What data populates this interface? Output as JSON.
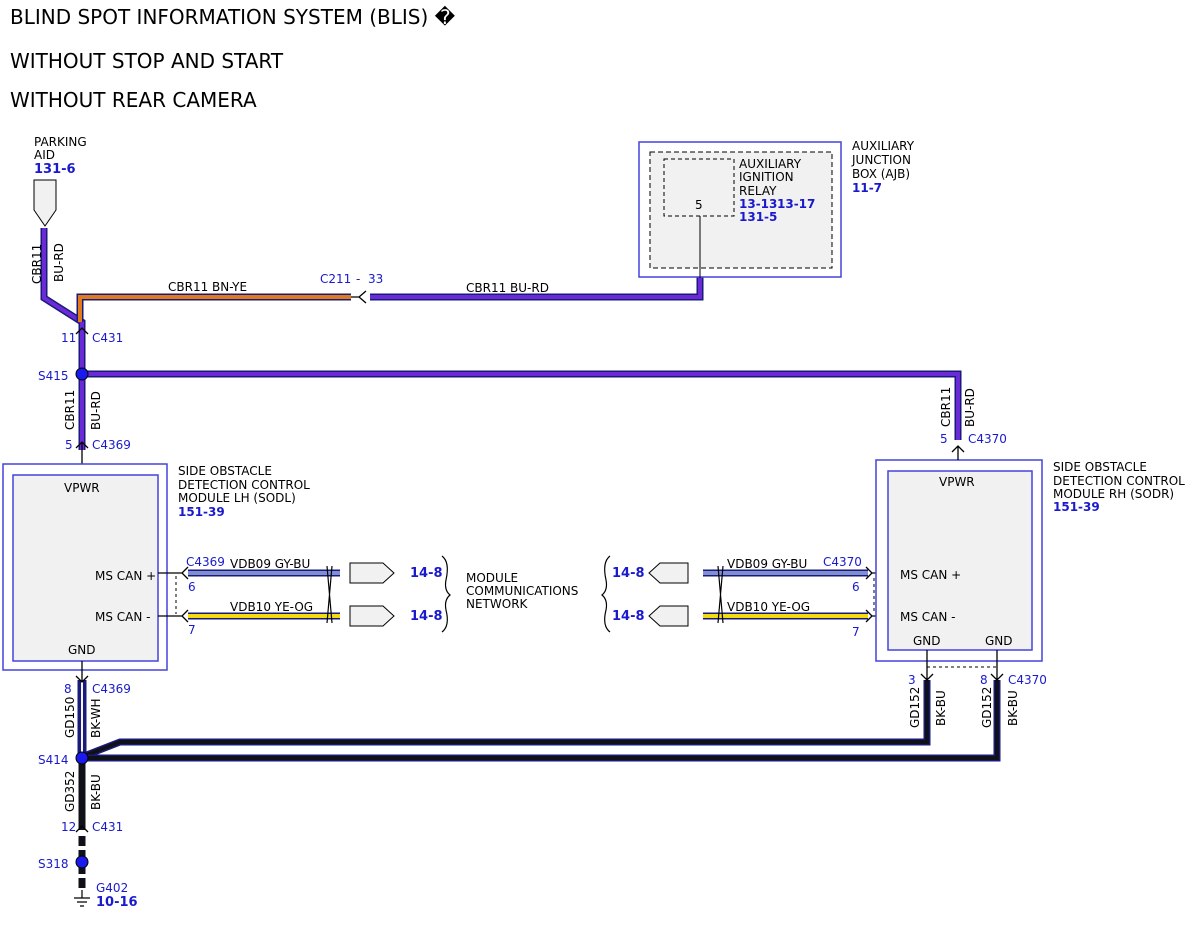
{
  "titles": [
    "BLIND SPOT INFORMATION SYSTEM (BLIS) �",
    "WITHOUT STOP AND START",
    "WITHOUT REAR CAMERA"
  ],
  "parking_aid": {
    "label1": "PARKING",
    "label2": "AID",
    "ref": "131-6"
  },
  "ajb": {
    "label1": "AUXILIARY",
    "label2": "JUNCTION",
    "label3": "BOX (AJB)",
    "ref": "11-7",
    "relay_label1": "AUXILIARY",
    "relay_label2": "IGNITION",
    "relay_label3": "RELAY",
    "relay_pin": "5",
    "relay_ref1": "13-13",
    "relay_ref2": "13-17",
    "relay_ref3": "131-5"
  },
  "wires": {
    "cbr11": "CBR11",
    "bu_rd": "BU-RD",
    "bn_ye": "BN-YE",
    "cbr11_bn_ye": "CBR11  BN-YE",
    "cbr11_bu_rd": "CBR11  BU-RD",
    "vdb09": "VDB09  GY-BU",
    "vdb10": "VDB10  YE-OG",
    "gd150": "GD150",
    "bk_wh": "BK-WH",
    "gd352": "GD352",
    "bk_bu": "BK-BU",
    "gd152": "GD152"
  },
  "connectors": {
    "c211": "C211",
    "c211_dash": "-",
    "c211_pin": "33",
    "c431": "C431",
    "c431_pin_top": "11",
    "c431_pin_bottom": "12",
    "c4369": "C4369",
    "c4370": "C4370",
    "pin5": "5",
    "pin6": "6",
    "pin7": "7",
    "pin8": "8",
    "pin3": "3"
  },
  "splices": {
    "s415": "S415",
    "s414": "S414",
    "s318": "S318"
  },
  "sodl": {
    "label1": "SIDE OBSTACLE",
    "label2": "DETECTION CONTROL",
    "label3": "MODULE LH (SODL)",
    "ref": "151-39",
    "vpwr": "VPWR",
    "ms_can_plus": "MS CAN +",
    "ms_can_minus": "MS CAN -",
    "gnd": "GND"
  },
  "sodr": {
    "label1": "SIDE OBSTACLE",
    "label2": "DETECTION CONTROL",
    "label3": "MODULE RH (SODR)",
    "ref": "151-39",
    "vpwr": "VPWR",
    "ms_can_plus": "MS CAN +",
    "ms_can_minus": "MS CAN -",
    "gnd": "GND"
  },
  "network": {
    "label1": "MODULE",
    "label2": "COMMUNICATIONS",
    "label3": "NETWORK",
    "ref": "14-8"
  },
  "ground": {
    "label": "G402",
    "ref": "10-16"
  },
  "colors": {
    "bu_rd_fill": "#6a2bd6",
    "bn_ye_fill": "#e07a1a",
    "gy_bu_fill": "#7f8fcf",
    "ye_og_fill": "#f0dc10",
    "bk_fill": "#101018",
    "bk_wh_fill": "#f5f5f5",
    "splice": "#1a1aee",
    "conn_text": "#1a1acc"
  }
}
